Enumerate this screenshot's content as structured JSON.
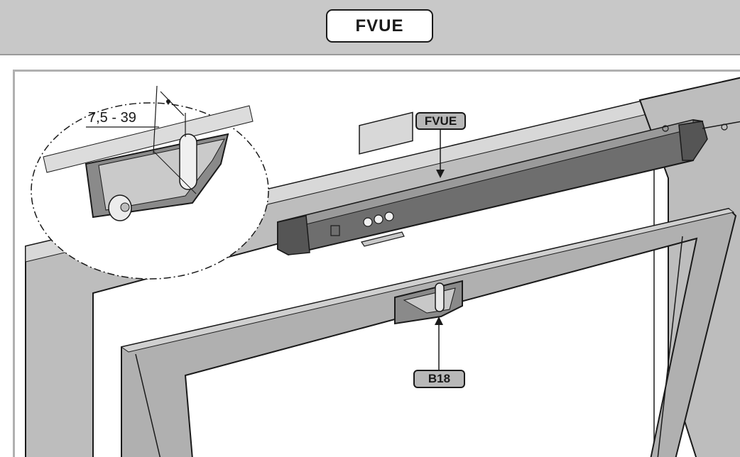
{
  "header": {
    "title": "FVUE"
  },
  "figure": {
    "callouts": {
      "operator": "FVUE",
      "bracket": "B18"
    },
    "dimension": {
      "range_label": "7,5 - 39"
    }
  },
  "colors": {
    "header_bg": "#c8c8c8",
    "callout_bg": "#b8b8b8",
    "frame_fill": "#b9b9b9",
    "operator_fill": "#6e6e6e",
    "line": "#1a1a1a"
  }
}
